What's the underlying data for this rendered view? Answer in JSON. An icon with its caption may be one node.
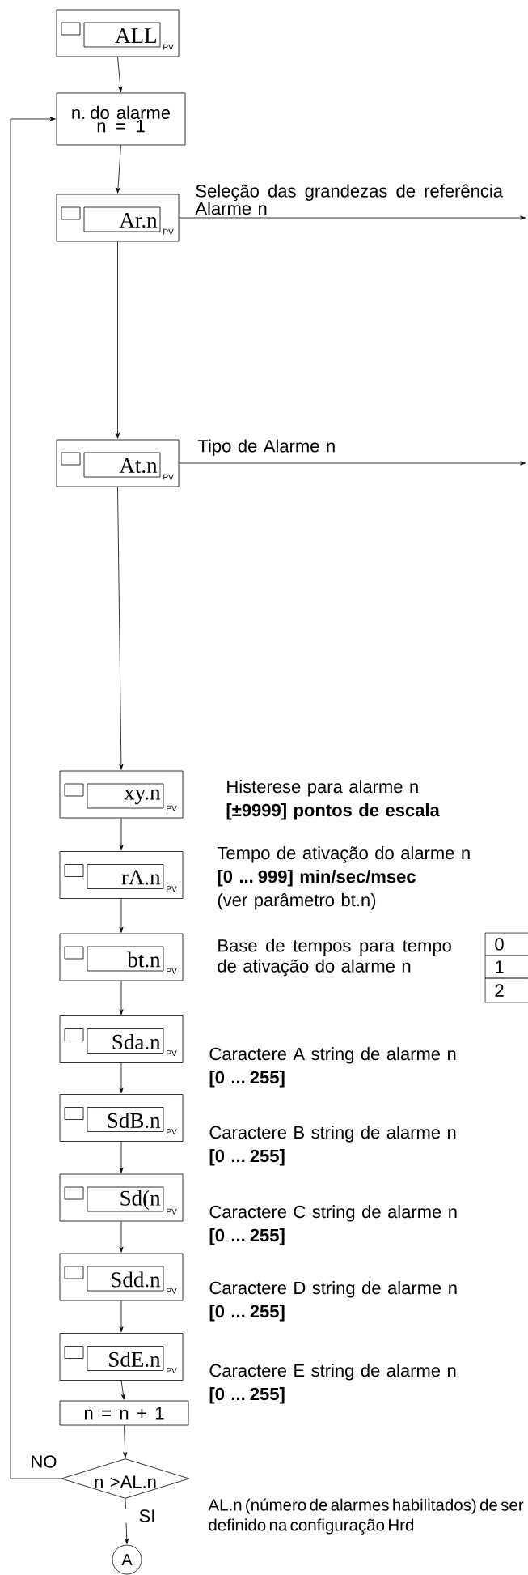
{
  "diagram": {
    "nodes": [
      {
        "text": [
          "ALL",
          "PV"
        ]
      },
      {
        "text": [
          "n. do alarme n = 1"
        ]
      },
      {
        "text": [
          "Ar.n",
          "PV"
        ]
      },
      {
        "text": [
          "At.n",
          "PV"
        ]
      },
      {
        "text": [
          "xy.n",
          "PV"
        ],
        "beside": [
          "Histerese para alarme n",
          "[±9999] pontos de escala"
        ]
      },
      {
        "text": [
          "rA.n",
          "PV"
        ],
        "beside": [
          "Tempo de ativação do alarme n",
          "[0 ... 999] min/sec/msec",
          "(ver parâmetro bt.n)"
        ]
      },
      {
        "text": [
          "bt.n",
          "PV"
        ],
        "beside": [
          "Base de tempos para tempo de ativação do alarme n"
        ]
      },
      {
        "text": [
          "Sda.n",
          "PV"
        ],
        "beside": [
          "Caractere A string de alarme n",
          "[0 ... 255]"
        ]
      },
      {
        "text": [
          "SdB.n",
          "PV"
        ],
        "beside": [
          "Caractere B string de alarme n",
          "[0 ... 255]"
        ]
      },
      {
        "text": [
          "Sd(n",
          "PV"
        ],
        "beside": [
          "Caractere C string de alarme n",
          "[0 ... 255]"
        ]
      },
      {
        "text": [
          "Sdd.n",
          "PV"
        ],
        "beside": [
          "Caractere D string de alarme n",
          "[0 ... 255]"
        ]
      },
      {
        "text": [
          "SdE.n",
          "PV"
        ],
        "beside": [
          "Caractere E string de alarme n",
          "[0 ... 255]"
        ]
      },
      {
        "text": [
          "n = n + 1"
        ]
      },
      {
        "text": [
          "n >AL.n"
        ]
      },
      {
        "text": [
          "A"
        ]
      }
    ],
    "edges": [
      {
        "from": 0,
        "to": 1,
        "arrow": "to"
      },
      {
        "from": 1,
        "to": 2,
        "arrow": "to"
      },
      {
        "from": 2,
        "to": null,
        "arrow": "to",
        "label": "Seleção das grandezas de referência Alarme n"
      },
      {
        "from": 2,
        "to": 3,
        "arrow": "to"
      },
      {
        "from": 3,
        "to": null,
        "arrow": "to",
        "label": "Tipo de Alarme n"
      },
      {
        "from": 3,
        "to": 4,
        "arrow": "to"
      },
      {
        "from": 4,
        "to": 5,
        "arrow": "to"
      },
      {
        "from": 5,
        "to": 6,
        "arrow": "to"
      },
      {
        "from": 6,
        "to": 7,
        "arrow": "to"
      },
      {
        "from": 7,
        "to": 8,
        "arrow": "to"
      },
      {
        "from": 8,
        "to": 9,
        "arrow": "to"
      },
      {
        "from": 9,
        "to": 10,
        "arrow": "to"
      },
      {
        "from": 10,
        "to": 11,
        "arrow": "to"
      },
      {
        "from": 11,
        "to": 12,
        "arrow": "to"
      },
      {
        "from": 12,
        "to": 13,
        "arrow": "to"
      },
      {
        "from": 13,
        "to": 1,
        "arrow": "to",
        "label": "NO"
      },
      {
        "from": 13,
        "to": 14,
        "arrow": "to",
        "label": "SI"
      }
    ],
    "labels": [
      "0",
      "1",
      "2",
      "AL.n (número de alarmes habilitados) de ser definido na configuração Hrd"
    ]
  }
}
